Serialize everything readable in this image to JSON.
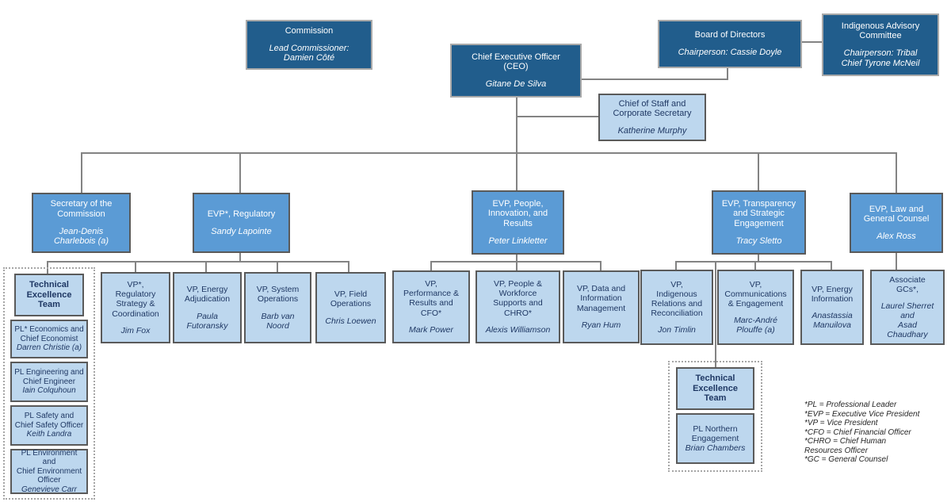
{
  "title": "Organizational chart",
  "colors": {
    "level1_fill": "#215D8C",
    "level2_fill": "#5B9BD5",
    "level3_fill": "#BDD7EE",
    "level3_text": "#1F3864",
    "connector_gray": "#838383",
    "border_light": "#A9A9A9",
    "border_dark": "#5A5A5A"
  },
  "boxes": {
    "commission": {
      "title": "Commission",
      "name": "Lead Commissioner:\nDamien Côté"
    },
    "ceo": {
      "title": "Chief Executive Officer\n(CEO)",
      "name": "Gitane De Silva"
    },
    "board": {
      "title": "Board of Directors",
      "name": "Chairperson: Cassie Doyle"
    },
    "iac": {
      "title": "Indigenous Advisory\nCommittee",
      "name": "Chairperson: Tribal\nChief Tyrone McNeil"
    },
    "chief_of_staff": {
      "title": "Chief of Staff and\nCorporate Secretary",
      "name": "Katherine Murphy"
    },
    "secretary": {
      "title": "Secretary of the\nCommission",
      "name": "Jean-Denis\nCharlebois (a)"
    },
    "evp_regulatory": {
      "title": "EVP*, Regulatory",
      "name": "Sandy Lapointe"
    },
    "evp_people": {
      "title": "EVP, People,\nInnovation, and Results",
      "name": "Peter Linkletter"
    },
    "evp_transparency": {
      "title": "EVP, Transparency\nand Strategic\nEngagement",
      "name": "Tracy Sletto"
    },
    "evp_law": {
      "title": "EVP, Law and\nGeneral Counsel",
      "name": "Alex Ross"
    },
    "vp_reg_strategy": {
      "title": "VP*,\nRegulatory\nStrategy &\nCoordination",
      "name": "Jim Fox"
    },
    "vp_energy_adj": {
      "title": "VP, Energy\nAdjudication",
      "name": "Paula\nFutoransky"
    },
    "vp_system_ops": {
      "title": "VP, System\nOperations",
      "name": "Barb van\nNoord"
    },
    "vp_field_ops": {
      "title": "VP, Field\nOperations",
      "name": "Chris Loewen"
    },
    "vp_performance": {
      "title": "VP,\nPerformance &\nResults and\nCFO*",
      "name": "Mark Power"
    },
    "vp_people_workforce": {
      "title": "VP, People &\nWorkforce\nSupports and\nCHRO*",
      "name": "Alexis Williamson"
    },
    "vp_data": {
      "title": "VP, Data and\nInformation\nManagement",
      "name": "Ryan Hum"
    },
    "vp_indigenous": {
      "title": "VP,\nIndigenous\nRelations and\nReconciliation",
      "name": "Jon Timlin"
    },
    "vp_comms": {
      "title": "VP,\nCommunications\n& Engagement",
      "name": "Marc-André\nPlouffe (a)"
    },
    "vp_energy_info": {
      "title": "VP, Energy\nInformation",
      "name": "Anastassia\nManuilova"
    },
    "assoc_gcs": {
      "title": "Associate\nGCs*,",
      "name": "Laurel Sherret\nand\nAsad\nChaudhary"
    },
    "tet_left_header": {
      "title": "Technical\nExcellence\nTeam"
    },
    "pl_econ": {
      "title": "PL* Economics and\nChief Economist",
      "name": "Darren Christie (a)"
    },
    "pl_eng": {
      "title": "PL Engineering and\nChief Engineer",
      "name": "Iain Colquhoun"
    },
    "pl_safety": {
      "title": "PL Safety and\nChief Safety Officer",
      "name": "Keith Landra"
    },
    "pl_env": {
      "title": "PL Environment and\nChief Environment\nOfficer",
      "name": "Genevieve Carr"
    },
    "tet_bottom_header": {
      "title": "Technical\nExcellence\nTeam"
    },
    "pl_northern": {
      "title": "PL Northern\nEngagement",
      "name": "Brian Chambers"
    }
  },
  "legend": {
    "lines": [
      "*PL = Professional Leader",
      "*EVP = Executive Vice President",
      "*VP = Vice President",
      "*CFO = Chief Financial Officer",
      "*CHRO = Chief Human",
      "Resources Officer",
      "*GC = General Counsel"
    ]
  }
}
